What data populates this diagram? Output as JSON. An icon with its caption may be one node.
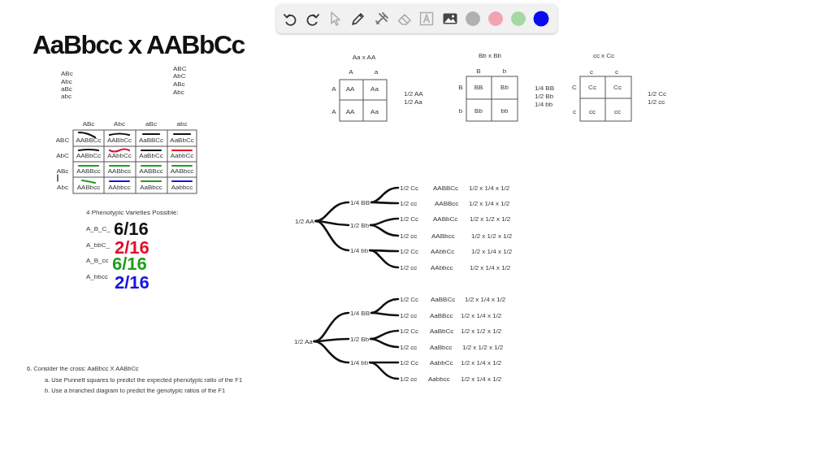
{
  "diagram": {
    "nodes": [
      {
        "text": [
          "1/2 AA"
        ]
      },
      {
        "text": [
          "1/4 BB"
        ]
      },
      {
        "text": [
          "1/2 Cc"
        ],
        "beside": [
          "AABBCc",
          "1/2 x 1/4 x 1/2"
        ]
      },
      {
        "text": [
          "1/2 cc"
        ],
        "beside": [
          "AABBcc",
          "1/2 x 1/4 x 1/2"
        ]
      },
      {
        "text": [
          "1/2 Bb"
        ]
      },
      {
        "text": [
          "1/2 Cc"
        ],
        "beside": [
          "AABbCc",
          "1/2 x 1/2 x 1/2"
        ]
      },
      {
        "text": [
          "1/2 cc"
        ],
        "beside": [
          "AABbcc",
          "1/2 x 1/2 x 1/2"
        ]
      },
      {
        "text": [
          "1/4 bb"
        ]
      },
      {
        "text": [
          "1/2 Cc"
        ],
        "beside": [
          "AAbbCc",
          "1/2 x 1/4 x 1/2"
        ]
      },
      {
        "text": [
          "1/2 cc"
        ],
        "beside": [
          "AAbbcc",
          "1/2 x 1/4 x 1/2"
        ]
      },
      {
        "text": [
          "1/2 Aa"
        ]
      },
      {
        "text": [
          "1/4 BB"
        ]
      },
      {
        "text": [
          "1/2 Cc"
        ],
        "beside": [
          "AaBBCc",
          "1/2 x 1/4 x 1/2"
        ]
      },
      {
        "text": [
          "1/2 cc"
        ],
        "beside": [
          "AaBBcc",
          "1/2 x 1/4 x 1/2"
        ]
      },
      {
        "text": [
          "1/2 Bb"
        ]
      },
      {
        "text": [
          "1/2 Cc"
        ],
        "beside": [
          "AaBbCc",
          "1/2 x 1/2 x 1/2"
        ]
      },
      {
        "text": [
          "1/2 cc"
        ],
        "beside": [
          "AaBbcc",
          "1/2 x 1/2 x 1/2"
        ]
      },
      {
        "text": [
          "1/4 bb"
        ]
      },
      {
        "text": [
          "1/2 Cc"
        ],
        "beside": [
          "AabbCc",
          "1/2 x 1/4 x 1/2"
        ]
      },
      {
        "text": [
          "1/2 cc"
        ],
        "beside": [
          "Aabbcc",
          "1/2 x 1/4 x 1/2"
        ]
      }
    ],
    "edges": [
      {
        "from": 0,
        "to": 1,
        "arrow": "none"
      },
      {
        "from": 0,
        "to": 4,
        "arrow": "none"
      },
      {
        "from": 0,
        "to": 7,
        "arrow": "none"
      },
      {
        "from": 1,
        "to": 2,
        "arrow": "none"
      },
      {
        "from": 1,
        "to": 3,
        "arrow": "none"
      },
      {
        "from": 4,
        "to": 5,
        "arrow": "none"
      },
      {
        "from": 4,
        "to": 6,
        "arrow": "none"
      },
      {
        "from": 7,
        "to": 8,
        "arrow": "none"
      },
      {
        "from": 7,
        "to": 9,
        "arrow": "none"
      },
      {
        "from": 10,
        "to": 11,
        "arrow": "none"
      },
      {
        "from": 10,
        "to": 14,
        "arrow": "none"
      },
      {
        "from": 10,
        "to": 17,
        "arrow": "none"
      },
      {
        "from": 11,
        "to": 12,
        "arrow": "none"
      },
      {
        "from": 11,
        "to": 13,
        "arrow": "none"
      },
      {
        "from": 14,
        "to": 15,
        "arrow": "none"
      },
      {
        "from": 14,
        "to": 16,
        "arrow": "none"
      },
      {
        "from": 17,
        "to": 18,
        "arrow": "none"
      },
      {
        "from": 17,
        "to": 19,
        "arrow": "none"
      }
    ],
    "labels": [
      "AaBbcc x AABbCc",
      "ABc",
      "Abc",
      "aBc",
      "abc",
      "ABC",
      "AbC",
      "ABc",
      "Abc",
      "Aa x AA",
      "A",
      "a",
      "A",
      "AA",
      "Aa",
      "A",
      "AA",
      "Aa",
      "1/2 AA",
      "1/2 Aa",
      "Bb x Bb",
      "B",
      "b",
      "B",
      "BB",
      "Bb",
      "b",
      "Bb",
      "bb",
      "1/4 BB",
      "1/2 Bb",
      "1/4 bb",
      "cc x Cc",
      "c",
      "c",
      "C",
      "Cc",
      "Cc",
      "c",
      "cc",
      "cc",
      "1/2 Cc",
      "1/2 cc",
      "ABc",
      "Abc",
      "aBc",
      "abc",
      "ABC",
      "AABBCc",
      "AABbCc",
      "AaBBCc",
      "AaBbCc",
      "AbC",
      "AABbCc",
      "AAbbCc",
      "AaBbCc",
      "AabbCc",
      "ABc",
      "AABBcc",
      "AABbcc",
      "AABBcc",
      "AABbcc",
      "Abc",
      "AABbcc",
      "AAbbcc",
      "AaBbcc",
      "Aabbcc",
      "4 Phenotypic Varieties Possible:",
      "A_B_C_",
      "6/16",
      "A_bbC_",
      "2/16",
      "A_B_cc",
      "6/16",
      "A_bbcc",
      "2/16",
      "6. Consider the cross: AaBbcc X AABbCc",
      "a. Use Punnett squares to predict the expected phenotypic ratio of the F1",
      "b. Use a branched diagram to predict the genotypic ratios of the F1"
    ]
  }
}
